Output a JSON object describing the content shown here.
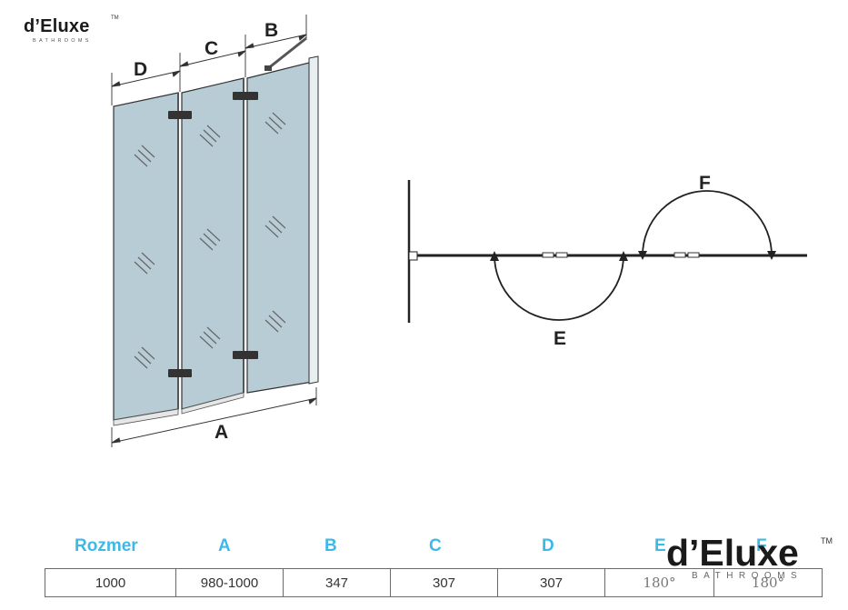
{
  "brand": {
    "name": "d’Eluxe",
    "tm": "TM",
    "subtitle": "BATHROOMS"
  },
  "front_view": {
    "dimension_labels": {
      "a": "A",
      "b": "B",
      "c": "C",
      "d": "D"
    }
  },
  "plan_view": {
    "swing_labels": {
      "e": "E",
      "f": "F"
    }
  },
  "spec_table": {
    "headers": [
      "Rozmer",
      "A",
      "B",
      "C",
      "D",
      "E",
      "F"
    ],
    "values": [
      "1000",
      "980-1000",
      "347",
      "307",
      "307",
      "180°",
      "180°"
    ]
  },
  "colors": {
    "glass": "#b8ccd6",
    "header_text": "#3db8e8",
    "line": "#222222"
  }
}
